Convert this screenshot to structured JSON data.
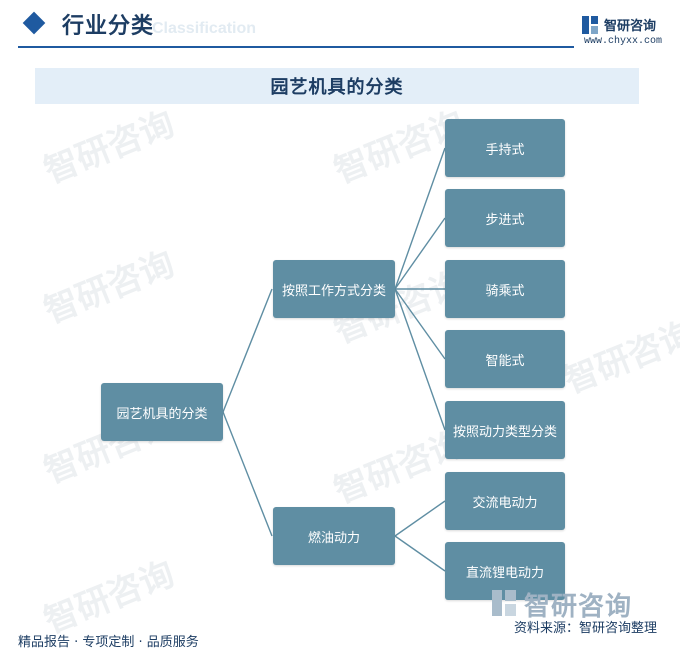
{
  "header": {
    "title": "行业分类",
    "subtitle": "Classification",
    "logo_name": "智研咨询",
    "logo_url": "www.chyxx.com"
  },
  "banner": {
    "title": "园艺机具的分类"
  },
  "diagram": {
    "root": "园艺机具的分类",
    "branches": [
      {
        "label": "按照工作方式分类",
        "children": [
          "手持式",
          "步进式",
          "骑乘式",
          "智能式",
          "按照动力类型分类"
        ]
      },
      {
        "label": "燃油动力",
        "children": [
          "交流电动力",
          "直流锂电动力"
        ]
      }
    ]
  },
  "watermark": {
    "text": "智研咨询"
  },
  "footer": {
    "left": "精品报告 · 专项定制 · 品质服务",
    "right": "资料来源：智研咨询整理",
    "logo": "智研咨询"
  },
  "colors": {
    "node": "#5f8ea3",
    "line": "#5f8ea3",
    "accent": "#1f5aa0",
    "banner_bg": "#e3eef8"
  }
}
